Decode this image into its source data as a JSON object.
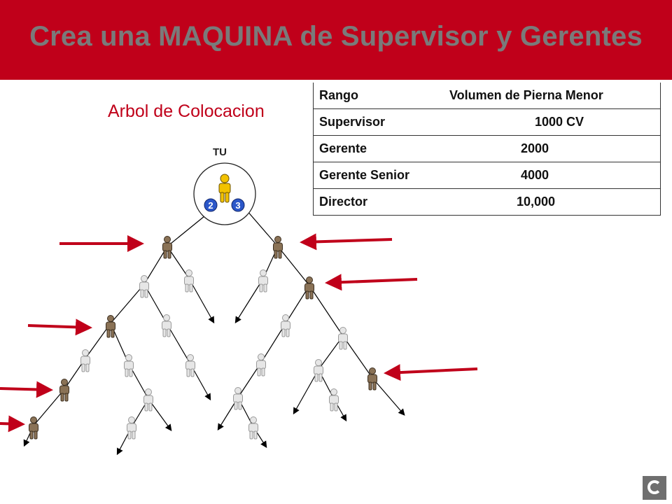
{
  "header": {
    "title": "Crea una MAQUINA de Supervisor y Gerentes",
    "color": "#c0001a"
  },
  "subtitle": "Arbol de Colocacion",
  "root_label": "TU",
  "root_badges": [
    "2",
    "3"
  ],
  "ranks_table": {
    "headers": [
      "Rango",
      "Volumen de Pierna Menor"
    ],
    "rows": [
      [
        "Supervisor",
        "1000 CV"
      ],
      [
        "Gerente",
        "2000"
      ],
      [
        "Gerente Senior",
        "4000"
      ],
      [
        "Director",
        "10,000"
      ]
    ]
  },
  "colors": {
    "accent": "#c0001a",
    "active_person": "#8a7256",
    "inactive_person": "#e6e6e6",
    "root_person": "#f2c200"
  }
}
